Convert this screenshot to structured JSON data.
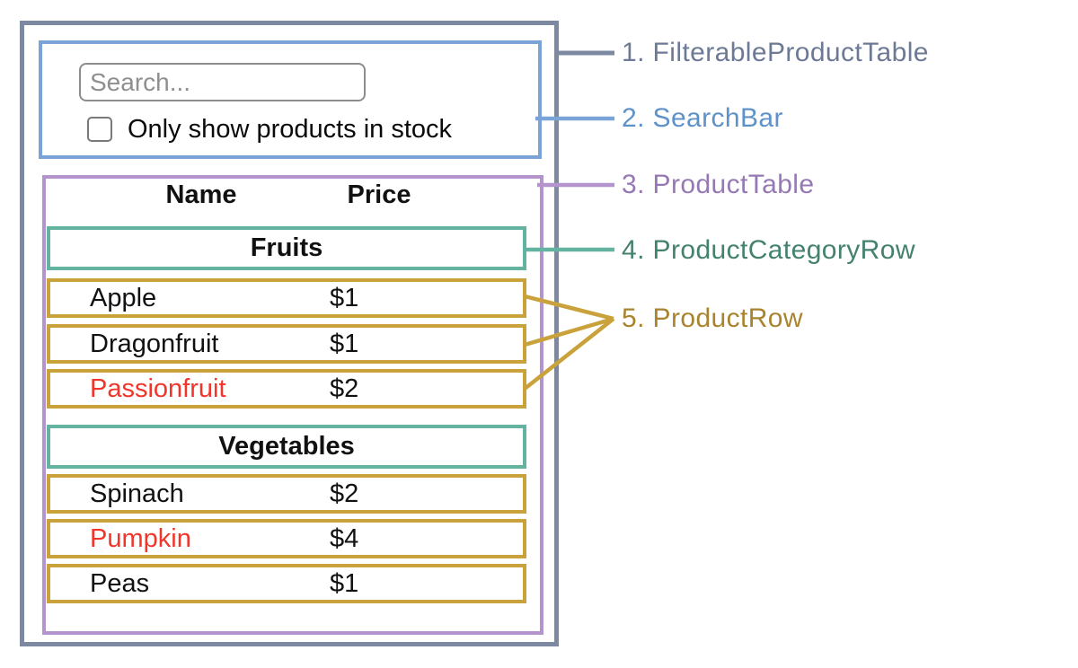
{
  "colors": {
    "filterable_product_table": "#7c89a1",
    "label_1_text": "#6d7a95",
    "search_bar": "#7aa4d8",
    "label_2_text": "#5f92c8",
    "product_table": "#b394cd",
    "label_3_text": "#9678b4",
    "product_category_row": "#64b3a1",
    "label_4_text": "#44816f",
    "product_row": "#c9a23c",
    "label_5_text": "#a9842f",
    "out_of_stock_text": "#f0352b"
  },
  "search_bar": {
    "input_placeholder": "Search...",
    "input_value": "",
    "checkbox_checked": false,
    "checkbox_label": "Only show products in stock"
  },
  "table": {
    "headers": {
      "name": "Name",
      "price": "Price"
    },
    "sections": [
      {
        "category": "Fruits",
        "rows": [
          {
            "name": "Apple",
            "price": "$1",
            "red_text": false
          },
          {
            "name": "Dragonfruit",
            "price": "$1",
            "red_text": false
          },
          {
            "name": "Passionfruit",
            "price": "$2",
            "red_text": true
          }
        ]
      },
      {
        "category": "Vegetables",
        "rows": [
          {
            "name": "Spinach",
            "price": "$2",
            "red_text": false
          },
          {
            "name": "Pumpkin",
            "price": "$4",
            "red_text": true
          },
          {
            "name": "Peas",
            "price": "$1",
            "red_text": false
          }
        ]
      }
    ]
  },
  "legend": [
    {
      "label": "1. FilterableProductTable"
    },
    {
      "label": "2. SearchBar"
    },
    {
      "label": "3. ProductTable"
    },
    {
      "label": "4. ProductCategoryRow"
    },
    {
      "label": "5. ProductRow"
    }
  ]
}
